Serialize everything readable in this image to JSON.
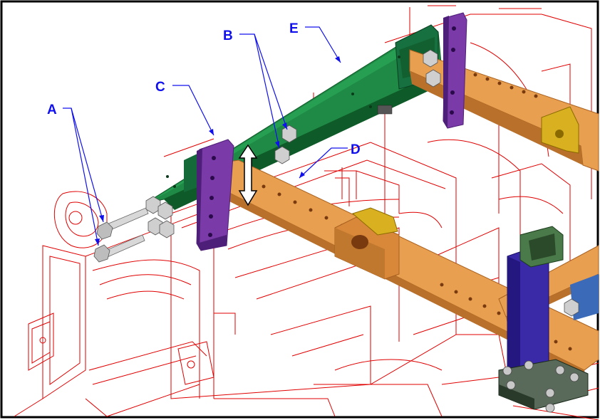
{
  "labels": {
    "a": "A",
    "b": "B",
    "c": "C",
    "d": "D",
    "e": "E"
  },
  "colors": {
    "outline": "#e00000",
    "callout": "#1010ee",
    "bracket_green": "#1f8a45",
    "bracket_green_dark": "#0e5a28",
    "bar_orange": "#e8a050",
    "bar_orange_dark": "#b8702a",
    "plate_purple": "#7a3aa8",
    "plate_purple_dark": "#4e1f78",
    "post_blue": "#3a2aa8",
    "block_yellow": "#d8b020",
    "hardware": "#c8c8c8"
  }
}
